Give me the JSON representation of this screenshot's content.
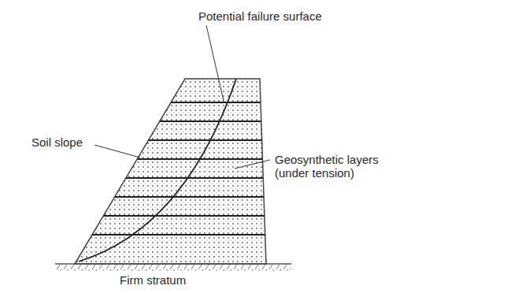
{
  "diagram": {
    "labels": [
      "Potential failure surface",
      "Soil slope",
      "Geosynthetic layers (under tension)",
      "Firm stratum"
    ]
  }
}
